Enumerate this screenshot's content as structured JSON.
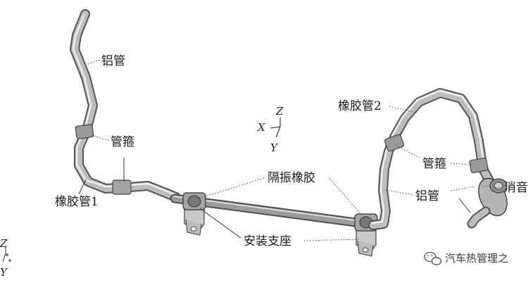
{
  "labels": {
    "aluminum_tube_top": "铝管",
    "clamp_left": "管箍",
    "rubber_hose_1": "橡胶管1",
    "vibration_rubber": "隔振橡胶",
    "mounting_bracket": "安装支座",
    "rubber_hose_2": "橡胶管2",
    "clamp_right": "管箍",
    "aluminum_tube_right": "铝管",
    "muffler": "消音"
  },
  "axes_main": {
    "x": "X",
    "y": "Y",
    "z": "Z"
  },
  "axes_corner": {
    "z": "Z",
    "y": "Y"
  },
  "watermark": "汽车热管理之"
}
